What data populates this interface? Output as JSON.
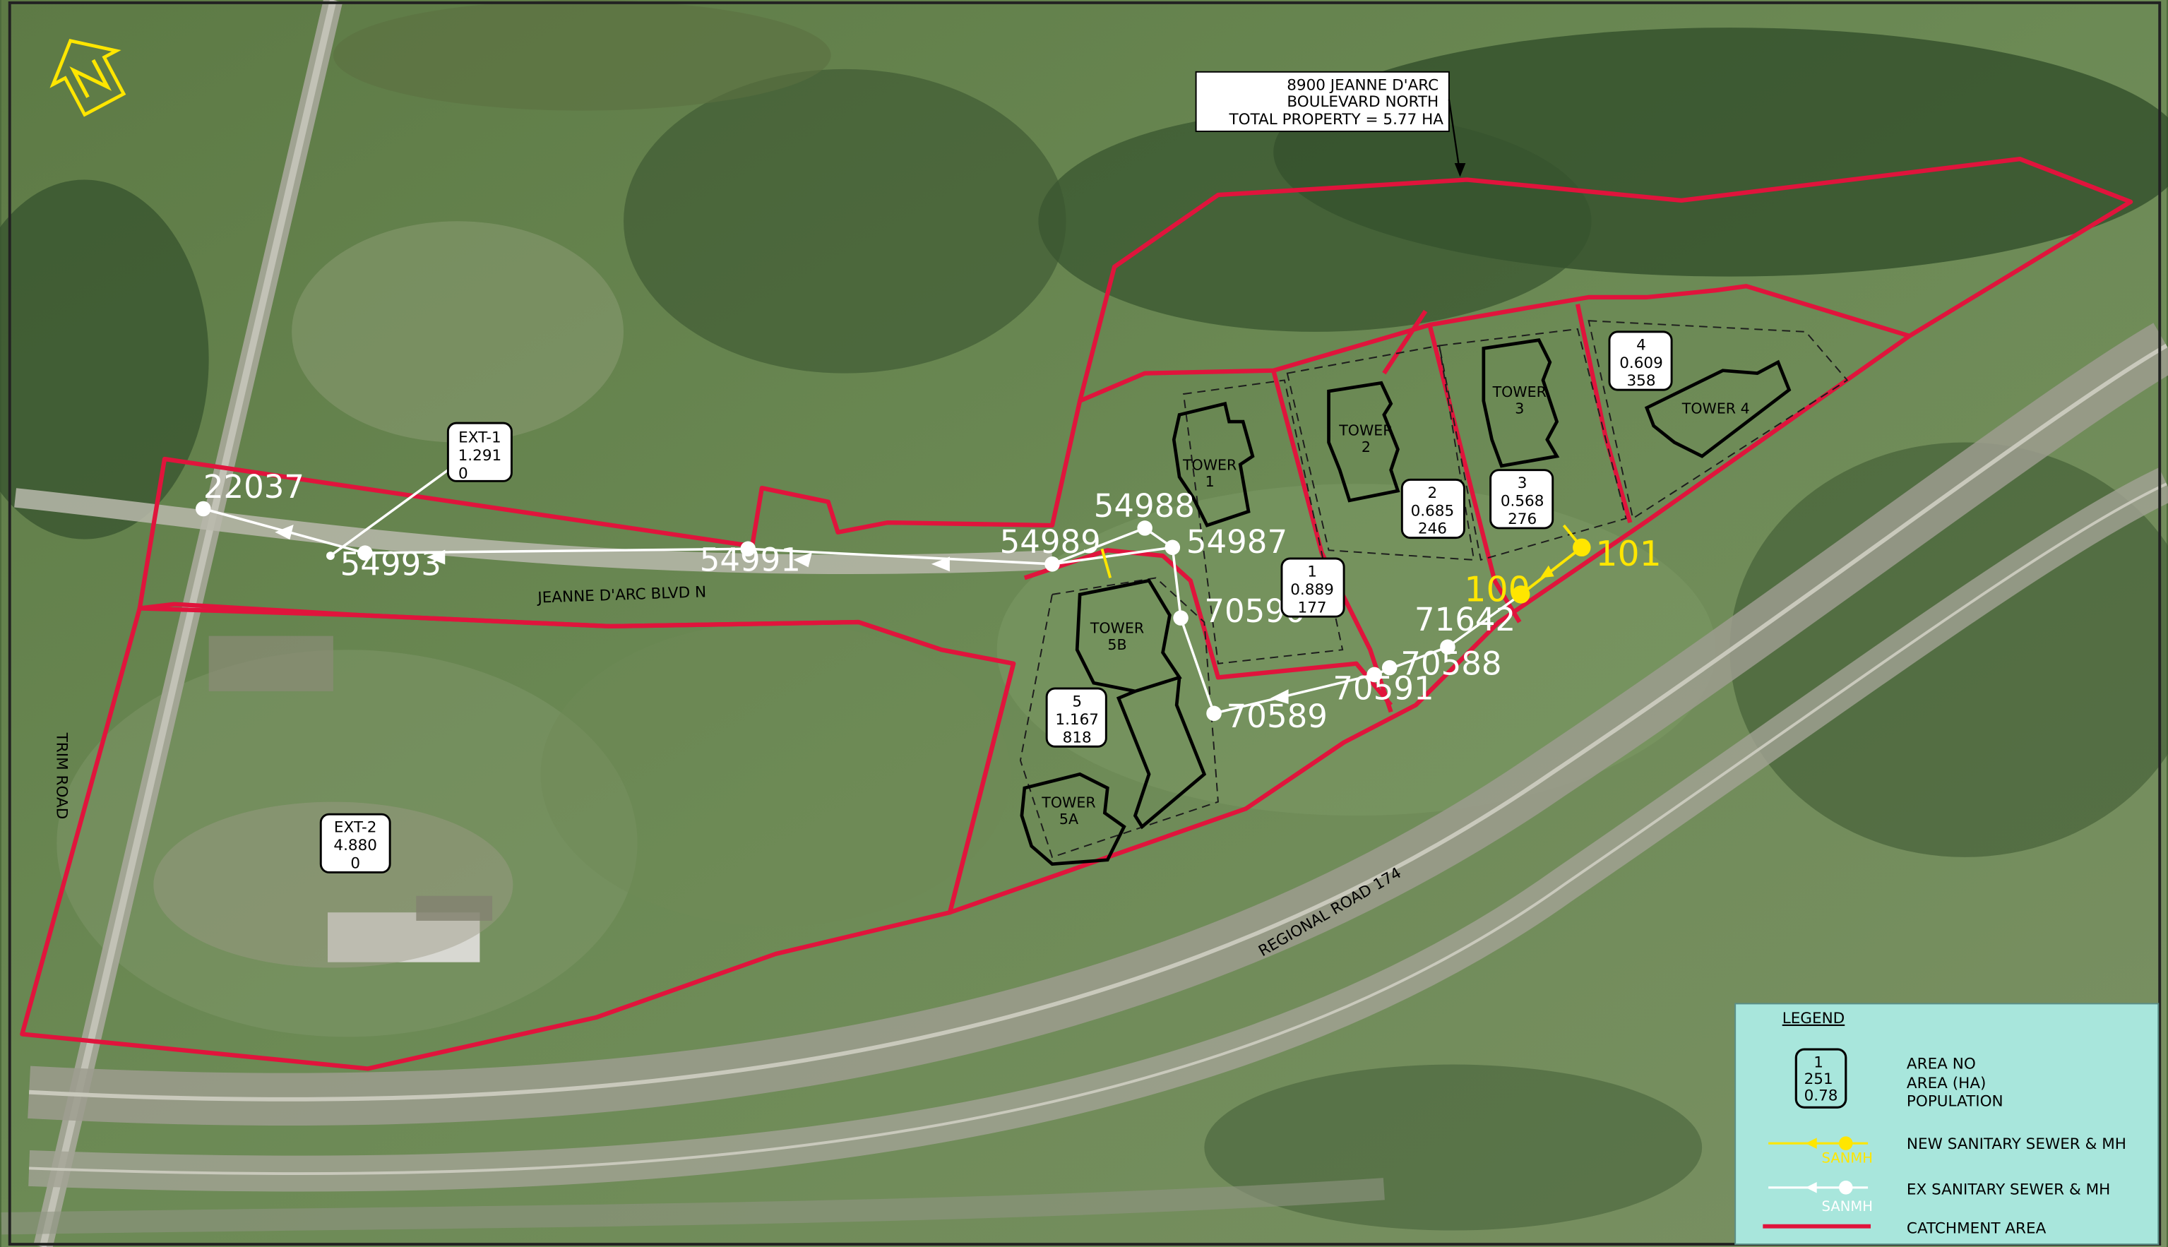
{
  "property_note": {
    "line1": "8900 JEANNE D'ARC",
    "line2": "BOULEVARD NORTH",
    "line3": "TOTAL PROPERTY = 5.77 HA"
  },
  "roads": {
    "jeanne_darc": "JEANNE D'ARC BLVD N",
    "trim": "TRIM ROAD",
    "regional": "REGIONAL ROAD 174"
  },
  "towers": {
    "t1": [
      "TOWER",
      "1"
    ],
    "t2": [
      "TOWER",
      "2"
    ],
    "t3": [
      "TOWER",
      "3"
    ],
    "t4": [
      "TOWER 4"
    ],
    "t5a": [
      "TOWER",
      "5A"
    ],
    "t5b": [
      "TOWER",
      "5B"
    ]
  },
  "areas": {
    "ext1": [
      "EXT-1",
      "1.291",
      "0"
    ],
    "ext2": [
      "EXT-2",
      "4.880",
      "0"
    ],
    "a1": [
      "1",
      "0.889",
      "177"
    ],
    "a2": [
      "2",
      "0.685",
      "246"
    ],
    "a3": [
      "3",
      "0.568",
      "276"
    ],
    "a4": [
      "4",
      "0.609",
      "358"
    ],
    "a5": [
      "5",
      "1.167",
      "818"
    ]
  },
  "manholes": {
    "m22037": "22037",
    "m54993": "54993",
    "m54991": "54991",
    "m54989": "54989",
    "m54988": "54988",
    "m54987": "54987",
    "m70590": "70590",
    "m70589": "70589",
    "m70591": "70591",
    "m70588": "70588",
    "m71642": "71642",
    "m100": "100",
    "m101": "101"
  },
  "legend": {
    "title": "LEGEND",
    "sample_box": [
      "1",
      "251",
      "0.78"
    ],
    "area_text": [
      "AREA NO",
      "AREA (HA)",
      "POPULATION"
    ],
    "new_sewer": "NEW SANITARY SEWER & MH",
    "ex_sewer": "EX SANITARY SEWER & MH",
    "sanmh_label": "SANMH",
    "catchment": "CATCHMENT AREA"
  },
  "colors": {
    "catchment": "#e0143c",
    "new_sewer": "#ffe600",
    "ex_sewer": "#ffffff",
    "legend_bg": "#a8e6dc"
  },
  "icons": {
    "north_arrow": "north-arrow-icon"
  }
}
